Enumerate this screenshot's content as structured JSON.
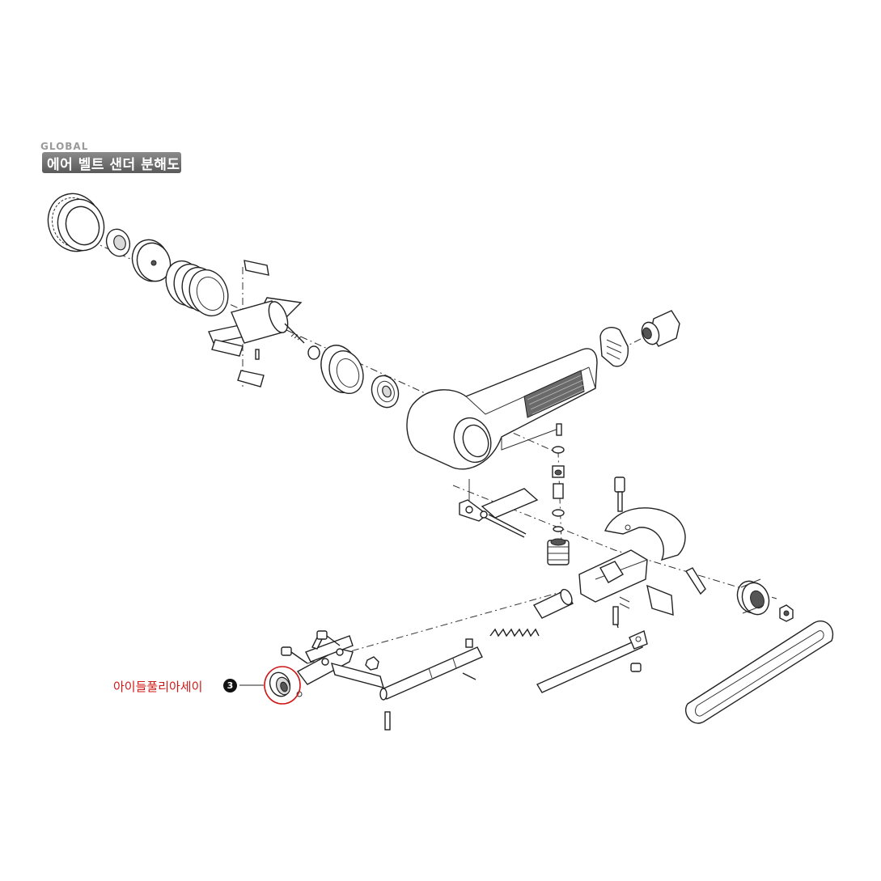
{
  "title": {
    "watermark": "GLOBAL",
    "label": "에어 벨트 샌더 분해도"
  },
  "callout": {
    "label": "아이들풀리아세이",
    "number": "3"
  },
  "colors": {
    "callout_text": "#d01818",
    "highlight_circle": "#d01818",
    "line_art": "#222222",
    "badge": "#6a6a6a"
  }
}
